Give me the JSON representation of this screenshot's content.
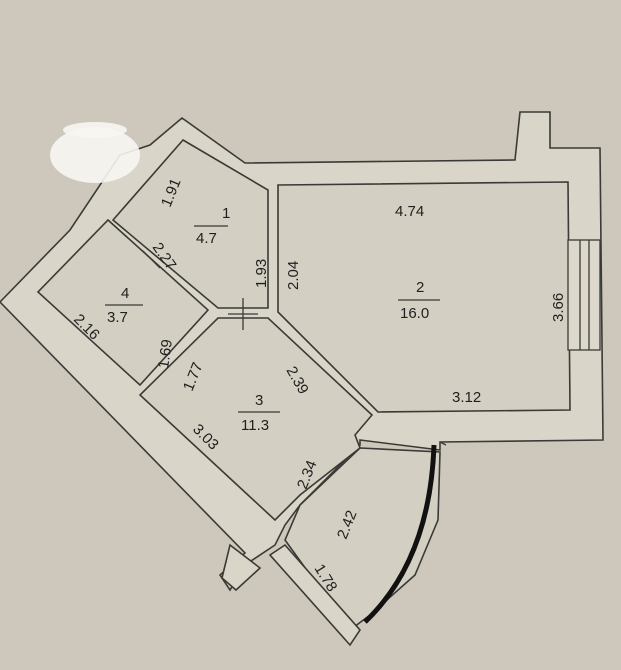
{
  "rooms": [
    {
      "number": "1",
      "area": "4.7"
    },
    {
      "number": "2",
      "area": "16.0"
    },
    {
      "number": "3",
      "area": "11.3"
    },
    {
      "number": "4",
      "area": "3.7"
    }
  ],
  "dimensions": {
    "room1_top": "1.91",
    "room1_right_a": "1.93",
    "room1_right_b": "2.04",
    "room1_diag": "2.27",
    "room2_top": "4.74",
    "room2_right": "3.66",
    "room2_bottom": "3.12",
    "room4_left": "2.16",
    "room4_right": "1.69",
    "room3_left": "1.77",
    "room3_right": "2.39",
    "room3_bottom": "3.03",
    "hall_right": "2.34",
    "balcony_a": "2.42",
    "balcony_b": "1.78"
  }
}
